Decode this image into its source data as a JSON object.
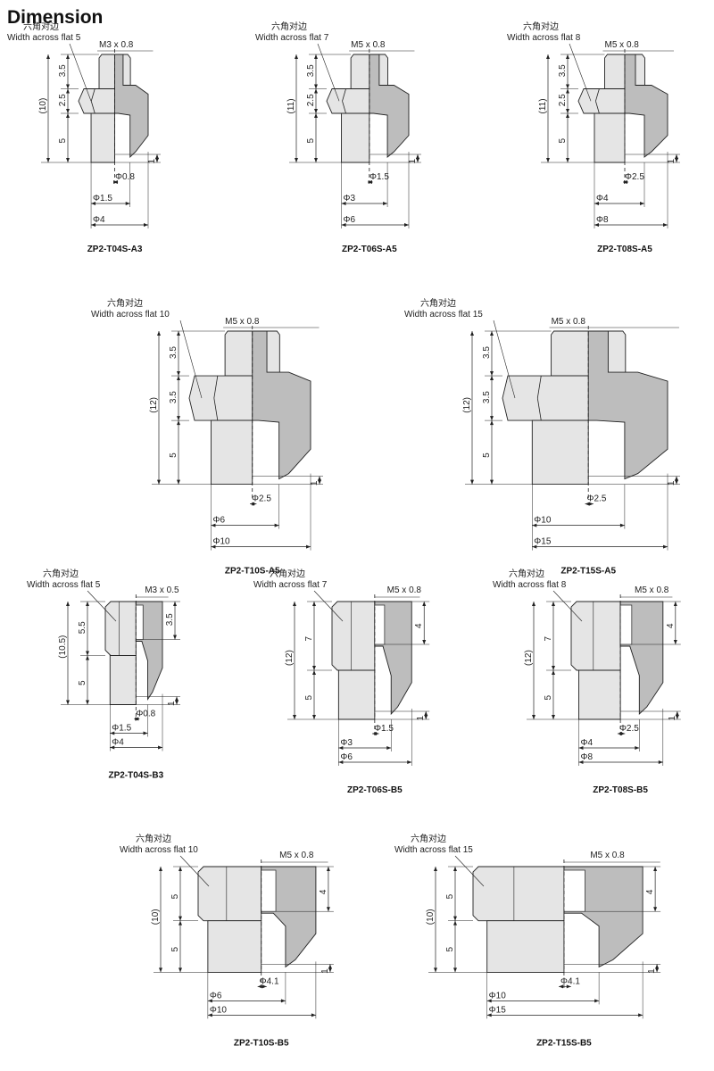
{
  "title": "Dimension",
  "common": {
    "hex_label_cn": "六角对边",
    "colors": {
      "body": "#e5e5e5",
      "section": "#bdbdbd",
      "line": "#222222"
    }
  },
  "parts": [
    {
      "name": "ZP2-T04S-A3",
      "flat": "Width across flat 5",
      "thread": "M3 x 0.8",
      "h_total": "(10)",
      "h_top": "3.5",
      "h_mid": "2.5",
      "h_bot": "5",
      "lip": "1",
      "d1": "Φ0.8",
      "d2": "Φ1.5",
      "d3": "Φ4"
    },
    {
      "name": "ZP2-T06S-A5",
      "flat": "Width across flat 7",
      "thread": "M5 x 0.8",
      "h_total": "(11)",
      "h_top": "3.5",
      "h_mid": "2.5",
      "h_bot": "5",
      "lip": "1",
      "d1": "Φ1.5",
      "d2": "Φ3",
      "d3": "Φ6"
    },
    {
      "name": "ZP2-T08S-A5",
      "flat": "Width across flat 8",
      "thread": "M5 x 0.8",
      "h_total": "(11)",
      "h_top": "3.5",
      "h_mid": "2.5",
      "h_bot": "5",
      "lip": "1",
      "d1": "Φ2.5",
      "d2": "Φ4",
      "d3": "Φ8"
    },
    {
      "name": "ZP2-T10S-A5",
      "flat": "Width across flat 10",
      "thread": "M5 x 0.8",
      "h_total": "(12)",
      "h_top": "3.5",
      "h_mid": "3.5",
      "h_bot": "5",
      "lip": "1",
      "d1": "Φ2.5",
      "d2": "Φ6",
      "d3": "Φ10"
    },
    {
      "name": "ZP2-T15S-A5",
      "flat": "Width across flat 15",
      "thread": "M5 x 0.8",
      "h_total": "(12)",
      "h_top": "3.5",
      "h_mid": "3.5",
      "h_bot": "5",
      "lip": "1",
      "d1": "Φ2.5",
      "d2": "Φ10",
      "d3": "Φ15"
    },
    {
      "name": "ZP2-T04S-B3",
      "flat": "Width across flat 5",
      "thread": "M3 x 0.5",
      "h_total": "(10.5)",
      "h_top": "5.5",
      "h_thread": "3.5",
      "h_bot": "5",
      "lip": "1",
      "d1": "Φ0.8",
      "d2": "Φ1.5",
      "d3": "Φ4"
    },
    {
      "name": "ZP2-T06S-B5",
      "flat": "Width across flat 7",
      "thread": "M5 x 0.8",
      "h_total": "(12)",
      "h_top": "7",
      "h_thread": "4",
      "h_bot": "5",
      "lip": "1",
      "d1": "Φ1.5",
      "d2": "Φ3",
      "d3": "Φ6"
    },
    {
      "name": "ZP2-T08S-B5",
      "flat": "Width across flat 8",
      "thread": "M5 x 0.8",
      "h_total": "(12)",
      "h_top": "7",
      "h_thread": "4",
      "h_bot": "5",
      "lip": "1",
      "d1": "Φ2.5",
      "d2": "Φ4",
      "d3": "Φ8"
    },
    {
      "name": "ZP2-T10S-B5",
      "flat": "Width across flat 10",
      "thread": "M5 x 0.8",
      "h_total": "(10)",
      "h_top": "5",
      "h_thread": "4",
      "h_bot": "5",
      "lip": "1",
      "d1": "Φ4.1",
      "d2": "Φ6",
      "d3": "Φ10"
    },
    {
      "name": "ZP2-T15S-B5",
      "flat": "Width across flat 15",
      "thread": "M5 x 0.8",
      "h_total": "(10)",
      "h_top": "5",
      "h_thread": "4",
      "h_bot": "5",
      "lip": "1",
      "d1": "Φ4.1",
      "d2": "Φ10",
      "d3": "Φ15"
    }
  ]
}
